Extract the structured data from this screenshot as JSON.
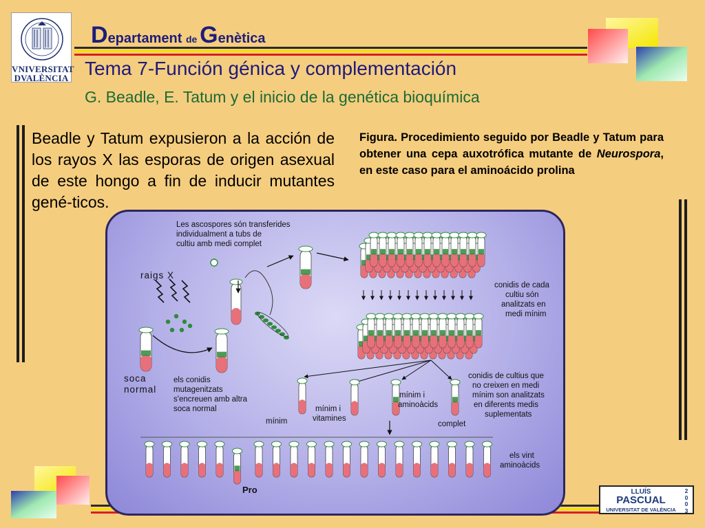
{
  "header": {
    "logo_line1": "VNIVERSITAT",
    "logo_line2": "DVALÈNCIA",
    "dept_d": "D",
    "dept_rest1": "epartament ",
    "dept_de": "de ",
    "dept_g": "G",
    "dept_rest2": "enètica",
    "tema": "Tema 7-Función génica y complementación",
    "subtitle": "G. Beadle, E. Tatum y el inicio de la genética bioquímica"
  },
  "body": {
    "paragraph": "Beadle y  Tatum expusieron a la acción de los rayos X las esporas de origen asexual de este hongo a fin de inducir mutantes gené-ticos.",
    "caption_pre": "Figura. Procedimiento seguido por Beadle y Tatum para obtener una cepa auxotrófica mutante de ",
    "caption_italic": "Neurospora",
    "caption_post": ", en este caso para el aminoácido prolina"
  },
  "figure": {
    "label_ascospores_1": "Les ascospores són transferides",
    "label_ascospores_2": "individualment a tubs de",
    "label_ascospores_3": "cultiu amb medi complet",
    "label_xrays": "raigs X",
    "label_conidis_cada_1": "conidis de cada",
    "label_conidis_cada_2": "cultiu són",
    "label_conidis_cada_3": "analitzats en",
    "label_conidis_cada_4": "medi mínim",
    "label_soca_1": "soca",
    "label_soca_2": "normal",
    "label_mutagen_1": "els conidis",
    "label_mutagen_2": "mutagenitzats",
    "label_mutagen_3": "s'encreuen amb altra",
    "label_mutagen_4": "soca normal",
    "label_minim": "mínim",
    "label_vitamines_1": "mínim i",
    "label_vitamines_2": "vitamines",
    "label_aminoacids_1": "mínim i",
    "label_aminoacids_2": "aminoàcids",
    "label_complet": "complet",
    "label_noc_1": "conidis de cultius que",
    "label_noc_2": "no creixen en medi",
    "label_noc_3": "mínim son analitzats",
    "label_noc_4": "en diferents medis",
    "label_noc_5": "suplementats",
    "label_vint_1": "els vint",
    "label_vint_2": "aminoàcids",
    "label_pro": "Pro"
  },
  "signature": {
    "name": "LLUÍS",
    "surname": "PASCUAL",
    "university": "UNIVERSITAT DE VALÈNCIA",
    "year": "2003"
  },
  "colors": {
    "background": "#f5cd7e",
    "title_blue": "#1e1a7c",
    "subtitle_green": "#1a6b36",
    "figure_bg": "#b4b0e8",
    "tube_medium": "#e8707a",
    "conidia_green": "#2e8b3a"
  }
}
